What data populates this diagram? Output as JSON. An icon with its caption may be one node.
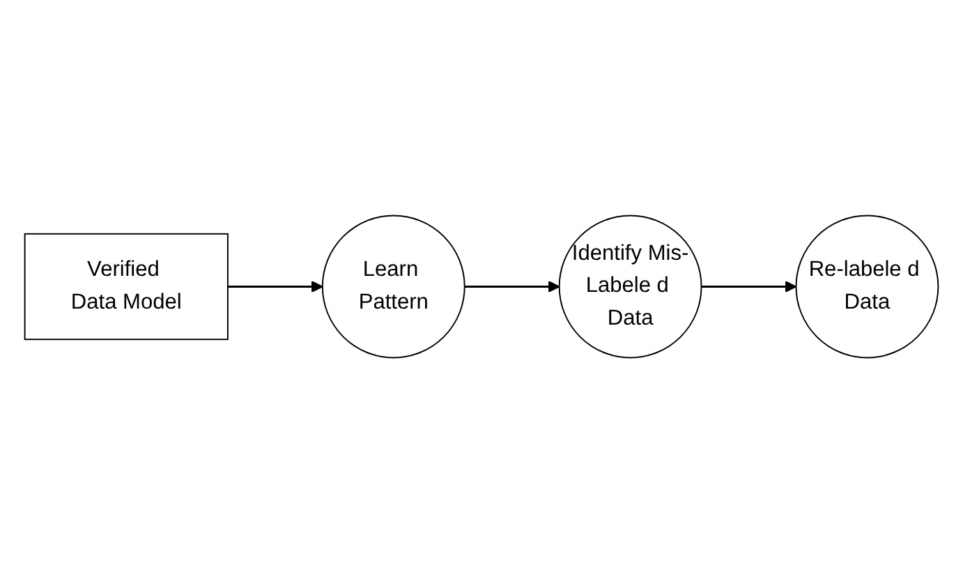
{
  "diagram": {
    "nodes": [
      {
        "text": [
          "Verified Data Model"
        ]
      },
      {
        "text": [
          "Learn Pattern"
        ]
      },
      {
        "text": [
          "Identify Mis-Labele d Data"
        ]
      },
      {
        "text": [
          "Re-labele d Data"
        ]
      }
    ],
    "edges": [
      {
        "from": 0,
        "to": 1,
        "arrow": "to"
      },
      {
        "from": 1,
        "to": 2,
        "arrow": "to"
      },
      {
        "from": 2,
        "to": 3,
        "arrow": "to"
      }
    ]
  }
}
